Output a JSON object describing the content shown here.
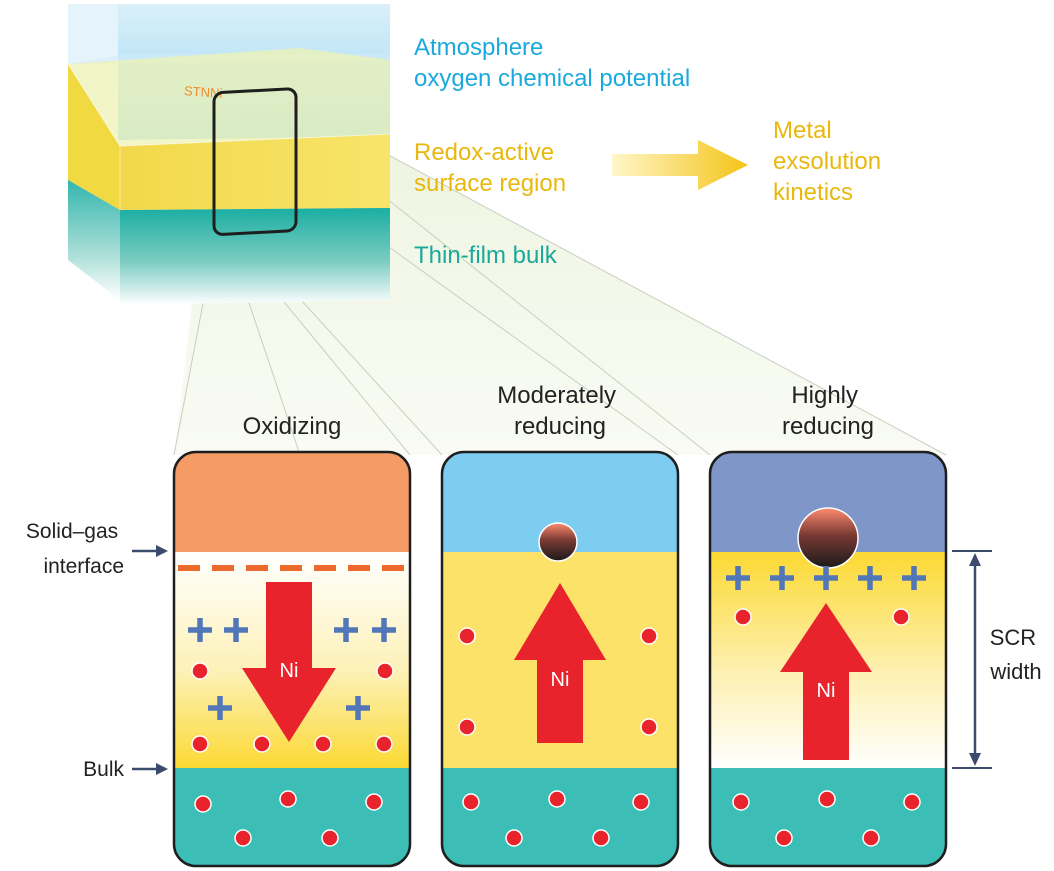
{
  "top_labels": {
    "atmosphere": [
      "Atmosphere",
      "oxygen chemical potential"
    ],
    "redox": [
      "Redox-active",
      "surface region"
    ],
    "kinetics": [
      "Metal",
      "exsolution",
      "kinetics"
    ],
    "bulk": "Thin-film bulk",
    "sample": "STNNi"
  },
  "panels": [
    {
      "title": [
        "Oxidizing"
      ],
      "arrow_label": "Ni",
      "arrow_direction": "down"
    },
    {
      "title": [
        "Moderately",
        "reducing"
      ],
      "arrow_label": "Ni",
      "arrow_direction": "up"
    },
    {
      "title": [
        "Highly",
        "reducing"
      ],
      "arrow_label": "Ni",
      "arrow_direction": "up"
    }
  ],
  "side_labels": {
    "interface": [
      "Solid–gas",
      "interface"
    ],
    "bulk": "Bulk",
    "scr": [
      "SCR",
      "width"
    ]
  },
  "colors": {
    "atmosphere_text": "#1ba9dd",
    "surface_text": "#e8b80f",
    "bulk_text": "#1aa99a",
    "oxidizing_gas": "#f49b66",
    "moderate_gas": "#7ccdf0",
    "high_gas": "#7f96c8",
    "surface_yellow": "#fde26a",
    "bulk_teal": "#3cbdb5",
    "arrow_red": "#e8232b",
    "charge_plus": "#5177b8",
    "dash_orange": "#ec6a2c"
  }
}
